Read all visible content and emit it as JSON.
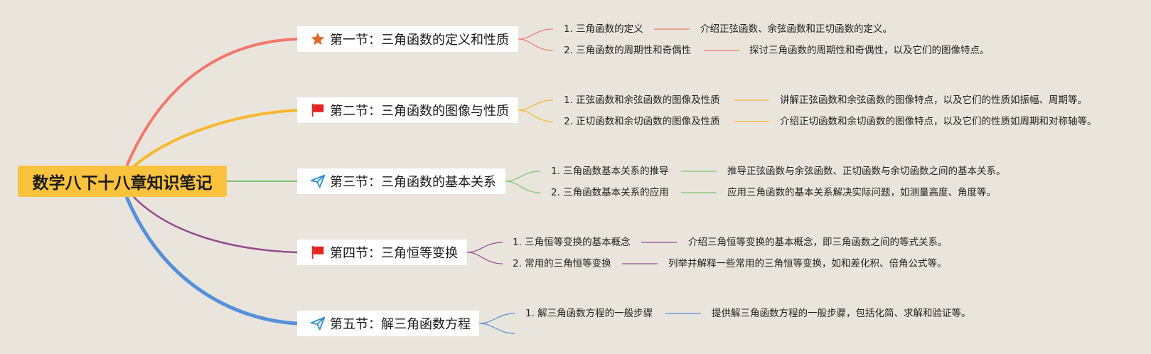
{
  "title": "数学八下十八章知识笔记",
  "colors": {
    "background": "#e9e5dd",
    "root": "#fbc23e",
    "branch1": "#f2786a",
    "branch2": "#f9b72b",
    "branch3": "#7cc66c",
    "branch4": "#964b8c",
    "branch5": "#5790da"
  },
  "sections": [
    {
      "icon": "star-icon",
      "title": "第一节：三角函数的定义和性质",
      "items": [
        {
          "label": "1. 三角函数的定义",
          "desc": "介绍正弦函数、余弦函数和正切函数的定义。"
        },
        {
          "label": "2. 三角函数的周期性和奇偶性",
          "desc": "探讨三角函数的周期性和奇偶性，以及它们的图像特点。"
        }
      ]
    },
    {
      "icon": "red-flag-icon",
      "title": "第二节：三角函数的图像与性质",
      "items": [
        {
          "label": "1. 正弦函数和余弦函数的图像及性质",
          "desc": "讲解正弦函数和余弦函数的图像特点，以及它们的性质如振幅、周期等。"
        },
        {
          "label": "2. 正切函数和余切函数的图像及性质",
          "desc": "介绍正切函数和余切函数的图像特点，以及它们的性质如周期和对称轴等。"
        }
      ]
    },
    {
      "icon": "paper-plane-icon",
      "title": "第三节：三角函数的基本关系",
      "items": [
        {
          "label": "1. 三角函数基本关系的推导",
          "desc": "推导正弦函数与余弦函数、正切函数与余切函数之间的基本关系。"
        },
        {
          "label": "2. 三角函数基本关系的应用",
          "desc": "应用三角函数的基本关系解决实际问题，如测量高度、角度等。"
        }
      ]
    },
    {
      "icon": "red-flag-icon",
      "title": "第四节：三角恒等变换",
      "items": [
        {
          "label": "1. 三角恒等变换的基本概念",
          "desc": "介绍三角恒等变换的基本概念，即三角函数之间的等式关系。"
        },
        {
          "label": "2. 常用的三角恒等变换",
          "desc": "列举并解释一些常用的三角恒等变换，如和差化积、倍角公式等。"
        }
      ]
    },
    {
      "icon": "paper-plane-icon",
      "title": "第五节：解三角函数方程",
      "items": [
        {
          "label": "1. 解三角函数方程的一般步骤",
          "desc": "提供解三角函数方程的一般步骤，包括化简、求解和验证等。"
        }
      ]
    }
  ]
}
